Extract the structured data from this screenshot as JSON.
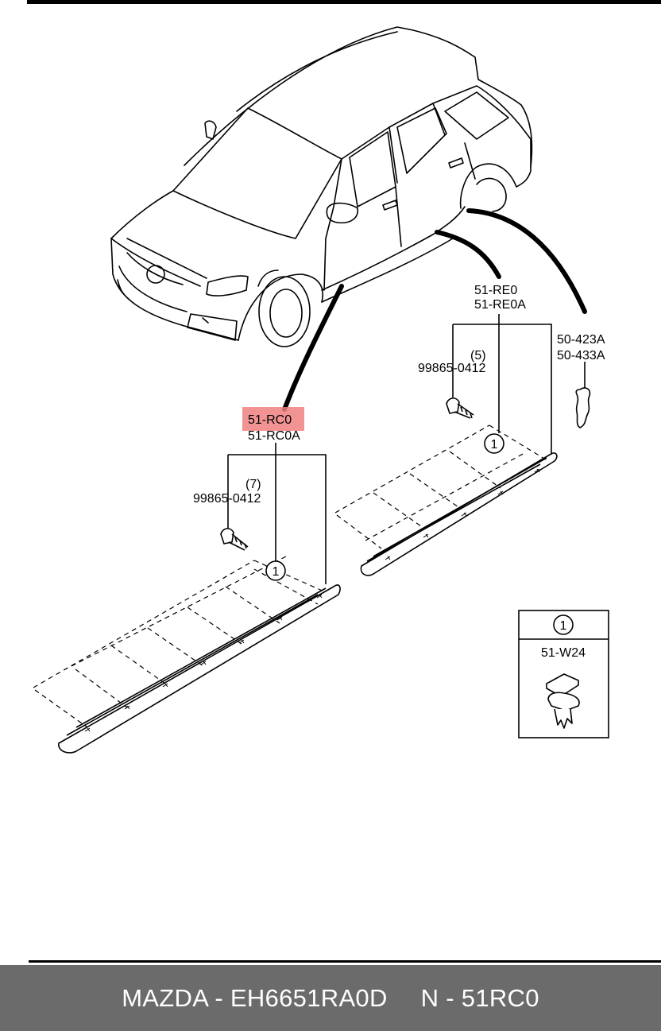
{
  "parts": {
    "front_main": "51-RC0",
    "front_alt": "51-RC0A",
    "rear_main": "51-RE0",
    "rear_alt": "51-RE0A",
    "seal_1": "50-423A",
    "seal_2": "50-433A",
    "screw_front": "99865-0412",
    "screw_front_qty": "(7)",
    "screw_rear": "99865-0412",
    "screw_rear_qty": "(5)",
    "clip_ref": "1",
    "clip_part": "51-W24"
  },
  "highlight_color": "#f08080",
  "footer": {
    "left": "MAZDA - EH6651RA0D",
    "right": "N - 51RC0"
  }
}
